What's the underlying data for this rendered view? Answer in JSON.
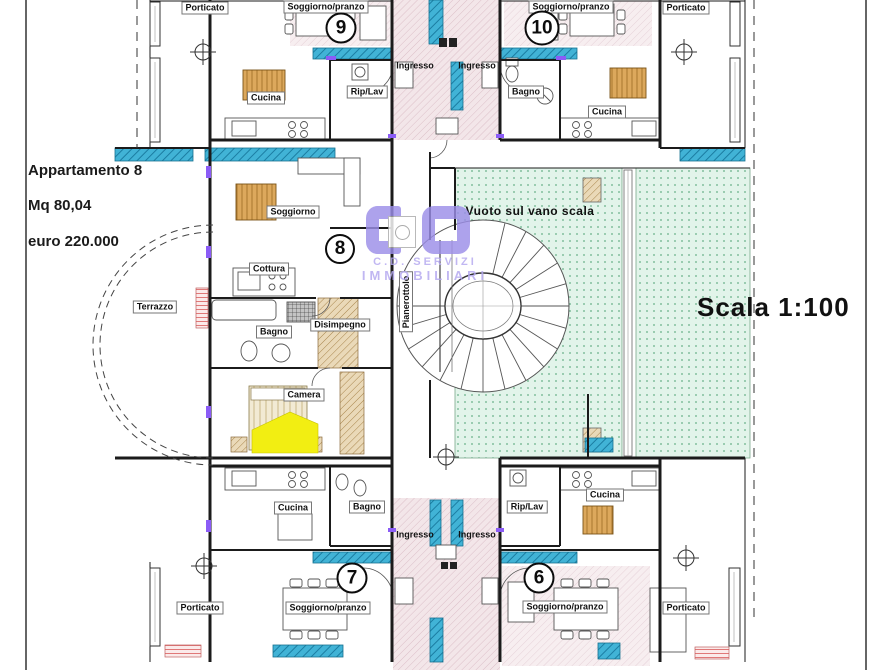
{
  "listing": {
    "title": "Appartamento 8",
    "area": "Mq 80,04",
    "price": "euro 220.000"
  },
  "scale": {
    "label": "Scala 1:100"
  },
  "watermark": {
    "line1": "C.D. SERVIZI",
    "line2": "IMMOBILIARI"
  },
  "units": {
    "u6": "6",
    "u7": "7",
    "u8": "8",
    "u9": "9",
    "u10": "10"
  },
  "rooms": {
    "porticato": "Porticato",
    "soggiorno_pranzo": "Soggiorno/pranzo",
    "soggiorno": "Soggiorno",
    "cucina": "Cucina",
    "cottura": "Cottura",
    "ingresso": "Ingresso",
    "bagno": "Bagno",
    "rip_lav": "Rip/Lav",
    "terrazzo": "Terrazzo",
    "disimpegno": "Disimpegno",
    "camera": "Camera",
    "pianerottolo": "Pianerottolo",
    "vuoto": "Vuoto sul vano scala"
  },
  "colors": {
    "balcony": "#41b3d6",
    "void_area": "#e2f4ea",
    "corridor": "#f3e6e9",
    "wood": "#dca85c",
    "highlight": "#f2ee12",
    "watermark": "#9c8ee8",
    "wall": "#1b1b1b"
  }
}
